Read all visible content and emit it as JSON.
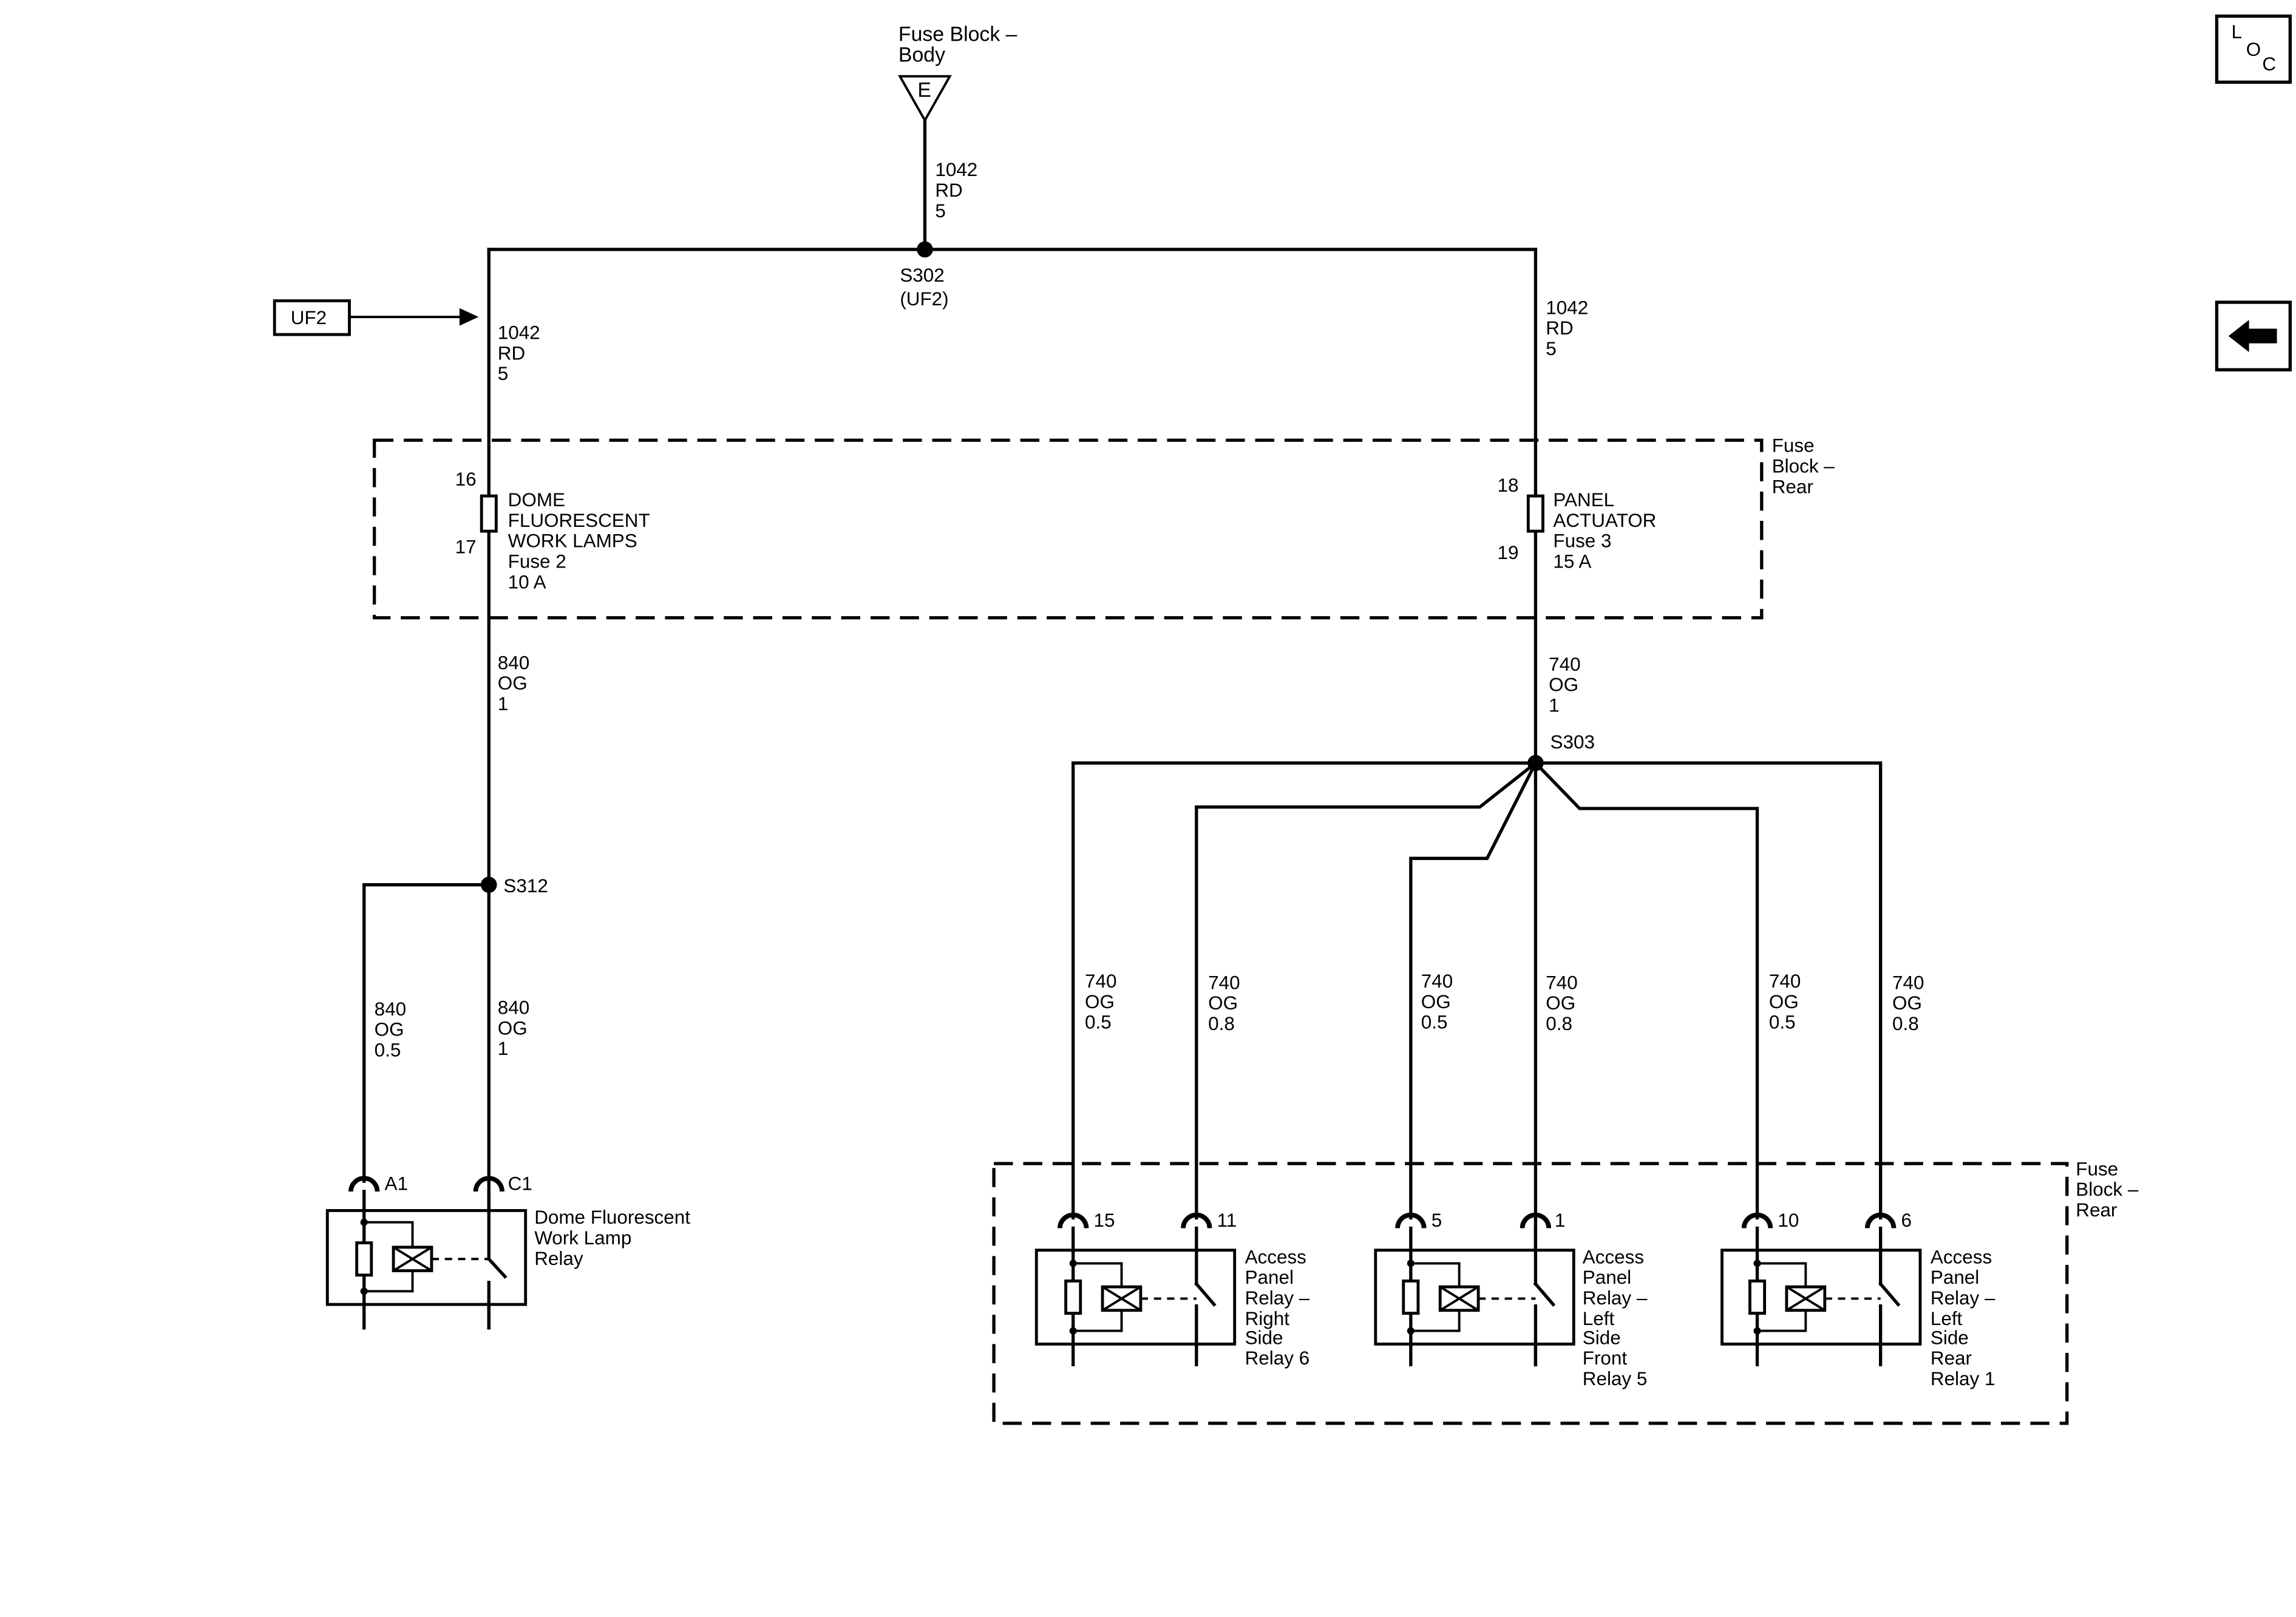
{
  "fuse_block_body": {
    "title_line1": "Fuse Block –",
    "title_line2": "Body",
    "terminal": "E"
  },
  "wire_top": {
    "circuit": "1042",
    "color": "RD",
    "size": "5"
  },
  "splice_s302": {
    "name": "S302",
    "ref": "(UF2)"
  },
  "wire_left_upper": {
    "circuit": "1042",
    "color": "RD",
    "size": "5"
  },
  "wire_right_upper": {
    "circuit": "1042",
    "color": "RD",
    "size": "5"
  },
  "ref_box": {
    "label": "UF2"
  },
  "fuse_block_rear_top": {
    "line1": "Fuse",
    "line2": "Block –",
    "line3": "Rear"
  },
  "fuse2": {
    "pin_in": "16",
    "pin_out": "17",
    "line1": "DOME",
    "line2": "FLUORESCENT",
    "line3": "WORK LAMPS",
    "line4": "Fuse 2",
    "line5": "10 A"
  },
  "fuse3": {
    "pin_in": "18",
    "pin_out": "19",
    "line1": "PANEL",
    "line2": "ACTUATOR",
    "line3": "Fuse 3",
    "line4": "15 A"
  },
  "wire_840_main": {
    "circuit": "840",
    "color": "OG",
    "size": "1"
  },
  "wire_740_main": {
    "circuit": "740",
    "color": "OG",
    "size": "1"
  },
  "splice_s303": {
    "name": "S303"
  },
  "splice_s312": {
    "name": "S312"
  },
  "wire_840_a1": {
    "circuit": "840",
    "color": "OG",
    "size": "0.5"
  },
  "wire_840_c1": {
    "circuit": "840",
    "color": "OG",
    "size": "1"
  },
  "dome_relay": {
    "pin_a": "A1",
    "pin_c": "C1",
    "line1": "Dome Fluorescent",
    "line2": "Work Lamp",
    "line3": "Relay"
  },
  "branch_wires": [
    {
      "circuit": "740",
      "color": "OG",
      "size": "0.5"
    },
    {
      "circuit": "740",
      "color": "OG",
      "size": "0.8"
    },
    {
      "circuit": "740",
      "color": "OG",
      "size": "0.5"
    },
    {
      "circuit": "740",
      "color": "OG",
      "size": "0.8"
    },
    {
      "circuit": "740",
      "color": "OG",
      "size": "0.5"
    },
    {
      "circuit": "740",
      "color": "OG",
      "size": "0.8"
    }
  ],
  "fuse_block_rear_bottom": {
    "line1": "Fuse",
    "line2": "Block –",
    "line3": "Rear"
  },
  "relay6": {
    "pin_a": "15",
    "pin_b": "11",
    "lines": [
      "Access",
      "Panel",
      "Relay –",
      "Right",
      "Side",
      "Relay 6"
    ]
  },
  "relay5": {
    "pin_a": "5",
    "pin_b": "1",
    "lines": [
      "Access",
      "Panel",
      "Relay –",
      "Left",
      "Side",
      "Front",
      "Relay 5"
    ]
  },
  "relay1": {
    "pin_a": "10",
    "pin_b": "6",
    "lines": [
      "Access",
      "Panel",
      "Relay –",
      "Left",
      "Side",
      "Rear",
      "Relay 1"
    ]
  },
  "loc_button": {
    "c1": "L",
    "c2": "O",
    "c3": "C"
  },
  "back_button": {
    "icon": "arrow-left-icon"
  }
}
